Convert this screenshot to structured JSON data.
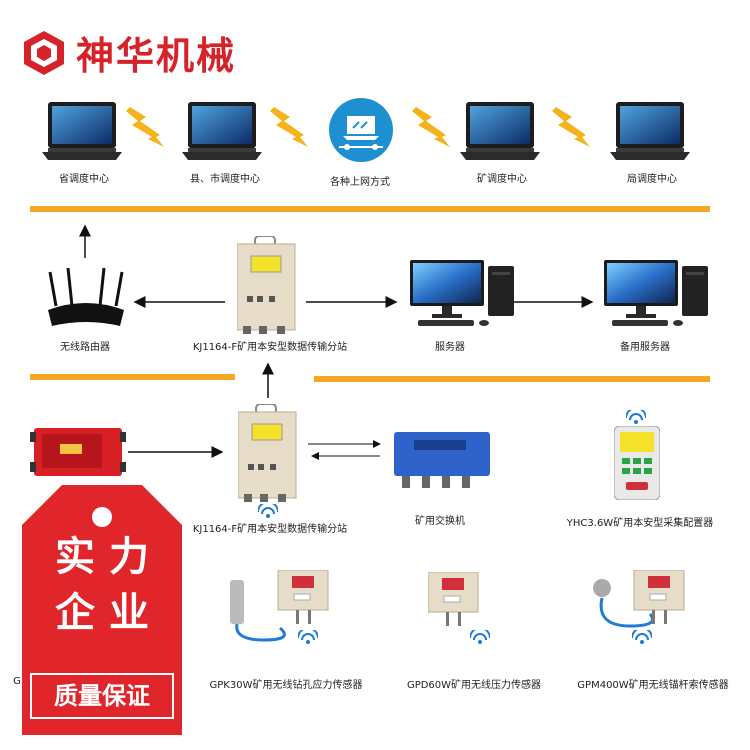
{
  "brand": {
    "name": "神华机械",
    "logo_icon": "hexagon-logo-icon",
    "color": "#d6232a"
  },
  "top_row": [
    {
      "label": "省调度中心",
      "icon": "laptop-icon"
    },
    {
      "label": "县、市调度中心",
      "icon": "laptop-icon"
    },
    {
      "label": "各种上网方式",
      "icon": "internet-icon"
    },
    {
      "label": "矿调度中心",
      "icon": "laptop-icon"
    },
    {
      "label": "局调度中心",
      "icon": "laptop-icon"
    }
  ],
  "middle_row": {
    "router": "无线路由器",
    "substation": "KJ1164-F矿用本安型数据传输分站",
    "server": "服务器",
    "backup_server": "备用服务器"
  },
  "bottom_row": {
    "substation": "KJ1164-F矿用本安型数据传输分站",
    "switch": "矿用交换机",
    "configurator": "YHC3.6W矿用本安型采集配置器"
  },
  "sensors": [
    {
      "label": "G"
    },
    {
      "label": "GPK30W矿用无线钻孔应力传感器"
    },
    {
      "label": "GPD60W矿用无线压力传感器"
    },
    {
      "label": "GPM400W矿用无线锚杆索传感器"
    }
  ],
  "badge": {
    "line1": "实 力",
    "line2": "企 业",
    "line3": "质量保证"
  },
  "colors": {
    "accent_bar": "#f5a623",
    "badge_red": "#e0252b"
  }
}
